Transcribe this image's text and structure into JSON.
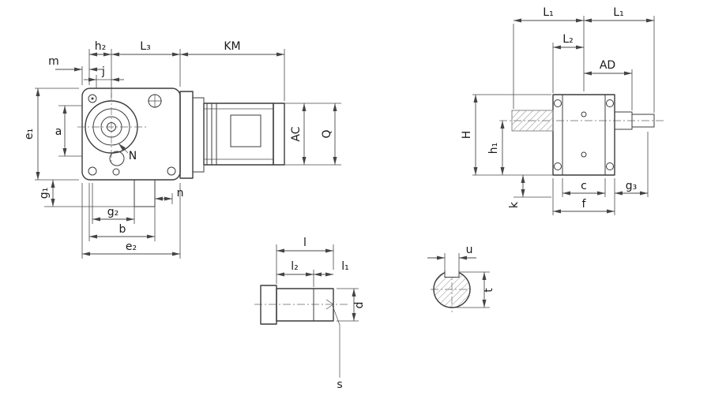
{
  "colors": {
    "outline": "#3c3c3c",
    "dimension_lines": "#4a4a4a",
    "label_text": "#1a1a1a",
    "hatch": "#8a8a8a",
    "background": "#ffffff"
  },
  "views": {
    "front": {
      "description": "gear-unit-with-motor-front-view",
      "dims": {
        "m": "m",
        "h2": "h₂",
        "j": "j",
        "L3": "L₃",
        "KM": "KM",
        "e1": "e₁",
        "a": "a",
        "N": "N",
        "g1": "g₁",
        "g2": "g₂",
        "b": "b",
        "e2": "e₂",
        "n": "n",
        "AC": "AC",
        "Q": "Q"
      }
    },
    "side": {
      "description": "gear-unit-side-view",
      "dims": {
        "L1a": "L₁",
        "L1b": "L₁",
        "L2": "L₂",
        "AD": "AD",
        "H": "H",
        "h1": "h₁",
        "k": "k",
        "c": "c",
        "g3": "g₃",
        "f": "f"
      }
    },
    "shaft": {
      "description": "output-shaft-detail",
      "dims": {
        "l": "l",
        "l2": "l₂",
        "l1": "l₁",
        "d": "d",
        "s": "s"
      }
    },
    "key": {
      "description": "shaft-key-cross-section",
      "dims": {
        "u": "u",
        "t": "t"
      }
    }
  }
}
